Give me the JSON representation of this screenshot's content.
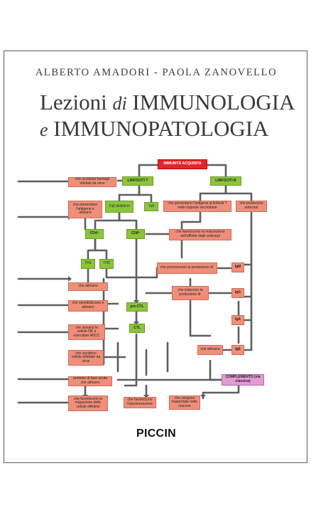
{
  "book": {
    "authors": "ALBERTO AMADORI - PAOLA ZANOVELLO",
    "title_line1_a": "Lezioni ",
    "title_line1_b": "di",
    "title_line1_c": " IMMUNOLOGIA",
    "title_line2_a": "e",
    "title_line2_b": " IMMUNOPATOLOGIA",
    "publisher": "PICCIN"
  },
  "diagram": {
    "root": "IMMUNITÀ ACQUISITA",
    "lt": "LINFOCITI T",
    "lb": "LINFOCITI B",
    "tab": "Tαβ distinti in",
    "tgd": "Tγδ",
    "cd4": "CD4⁺",
    "cd8": "CD8⁺",
    "th1": "TH1",
    "th2": "TH2",
    "prectl": "pre-CTL",
    "ctl": "CTL",
    "igm": "IgM",
    "igg": "IgG",
    "iga": "IgA",
    "ige": "IgE",
    "complemento": "COMPLEMENTO (via classica)",
    "uccidono": "che uccidono bersagli infettati da virus",
    "presentano": "che presentano l'antigene e attivano",
    "presentano_b": "che presentano l'antigene ai linfociti T nelle risposte secondarie",
    "producono": "che producono anticorpi",
    "maturazione": "che favoriscono la maturazione dell'affinità degli anticorpi",
    "promuovono": "che promuovono la produzione di:",
    "attivano": "che attivano",
    "inducono": "che inducono la produzione di:",
    "sensibilizzano": "che sensibilizzano e attivano",
    "armano": "che armano le cellule NK a esercitare ADCC",
    "attivano2": "che attivano",
    "uccidono2": "che uccidono cellule infettate da virus",
    "proteine": "proteine di fase acuta che attivano",
    "migrazione": "che favoriscono la migrazione delle cellule effettrici",
    "opsonizzazione": "che favoriscono l'opsonizzazione",
    "trasportate": "che vengono trasportate nelle mucose"
  },
  "colors": {
    "salmon": "#ef8f7a",
    "green": "#8cc43c",
    "red": "#e0262b",
    "pink": "#e59ad3",
    "line": "#5e5e5e"
  }
}
